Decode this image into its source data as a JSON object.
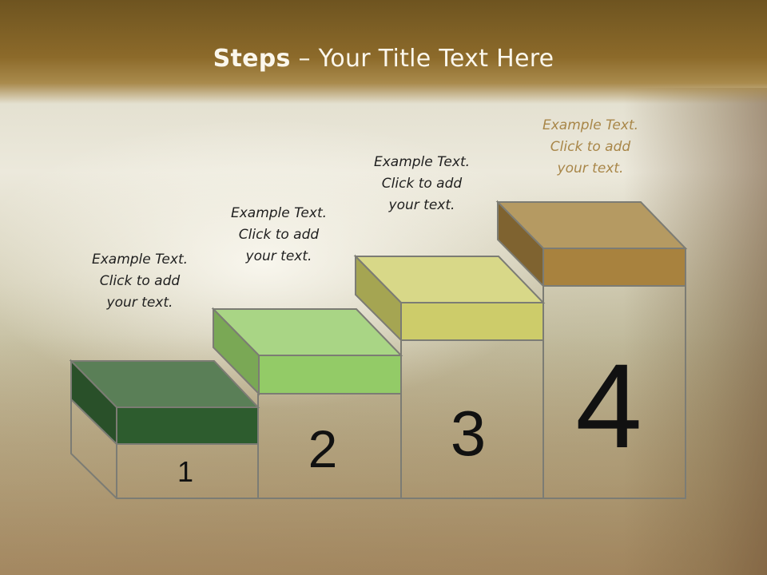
{
  "title": {
    "bold": "Steps",
    "separator": " – ",
    "rest": "Your Title Text Here"
  },
  "steps": [
    {
      "number": "1",
      "color_top": "#5a7f57",
      "color_front": "#2d5c2e",
      "color_side": "#295029",
      "caption": [
        "Example Text.",
        "Click  to add",
        "your text."
      ]
    },
    {
      "number": "2",
      "color_top": "#a9d585",
      "color_front": "#93cb67",
      "color_side": "#7aa855",
      "caption": [
        "Example Text.",
        "Click  to add",
        "your text."
      ]
    },
    {
      "number": "3",
      "color_top": "#d8d888",
      "color_front": "#cdcc6a",
      "color_side": "#a5a552",
      "caption": [
        "Example Text.",
        "Click  to add",
        "your text."
      ]
    },
    {
      "number": "4",
      "color_top": "#b59a62",
      "color_front": "#a8823e",
      "color_side": "#7f6330",
      "caption": [
        "Example Text.",
        "Click  to add",
        "your text."
      ]
    }
  ]
}
